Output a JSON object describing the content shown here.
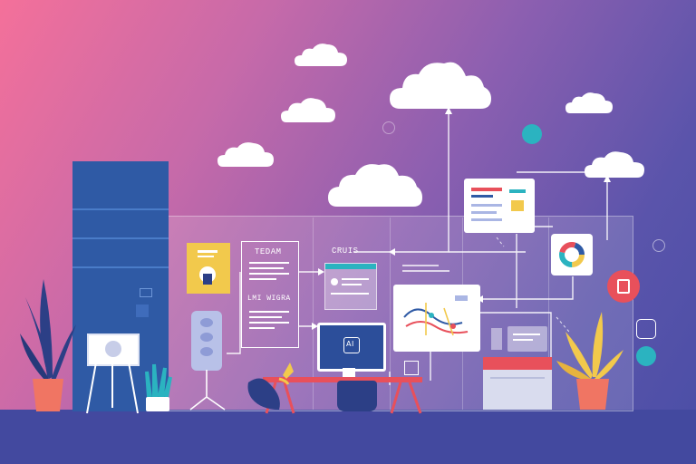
{
  "labels": {
    "card_title": "CRUIS",
    "doc_title": "TEDAM",
    "doc_title_2": "LMI WIGRA",
    "monitor_text": "AI"
  },
  "colors": {
    "bg_start": "#f4709a",
    "bg_end": "#4a4ea6",
    "server_blue": "#2f5aa5",
    "accent_red": "#e8505b",
    "accent_yellow": "#f2c94c",
    "accent_teal": "#2bb3c0",
    "plant_dark_blue": "#2c3f86",
    "pot_coral": "#f07563",
    "floor": "#43499f"
  },
  "icons": [
    "cloud-icon",
    "server-icon",
    "plant-icon",
    "monitor-icon",
    "donut-chart-icon",
    "bird-icon",
    "lamp-icon",
    "gear-icon",
    "phone-icon"
  ]
}
